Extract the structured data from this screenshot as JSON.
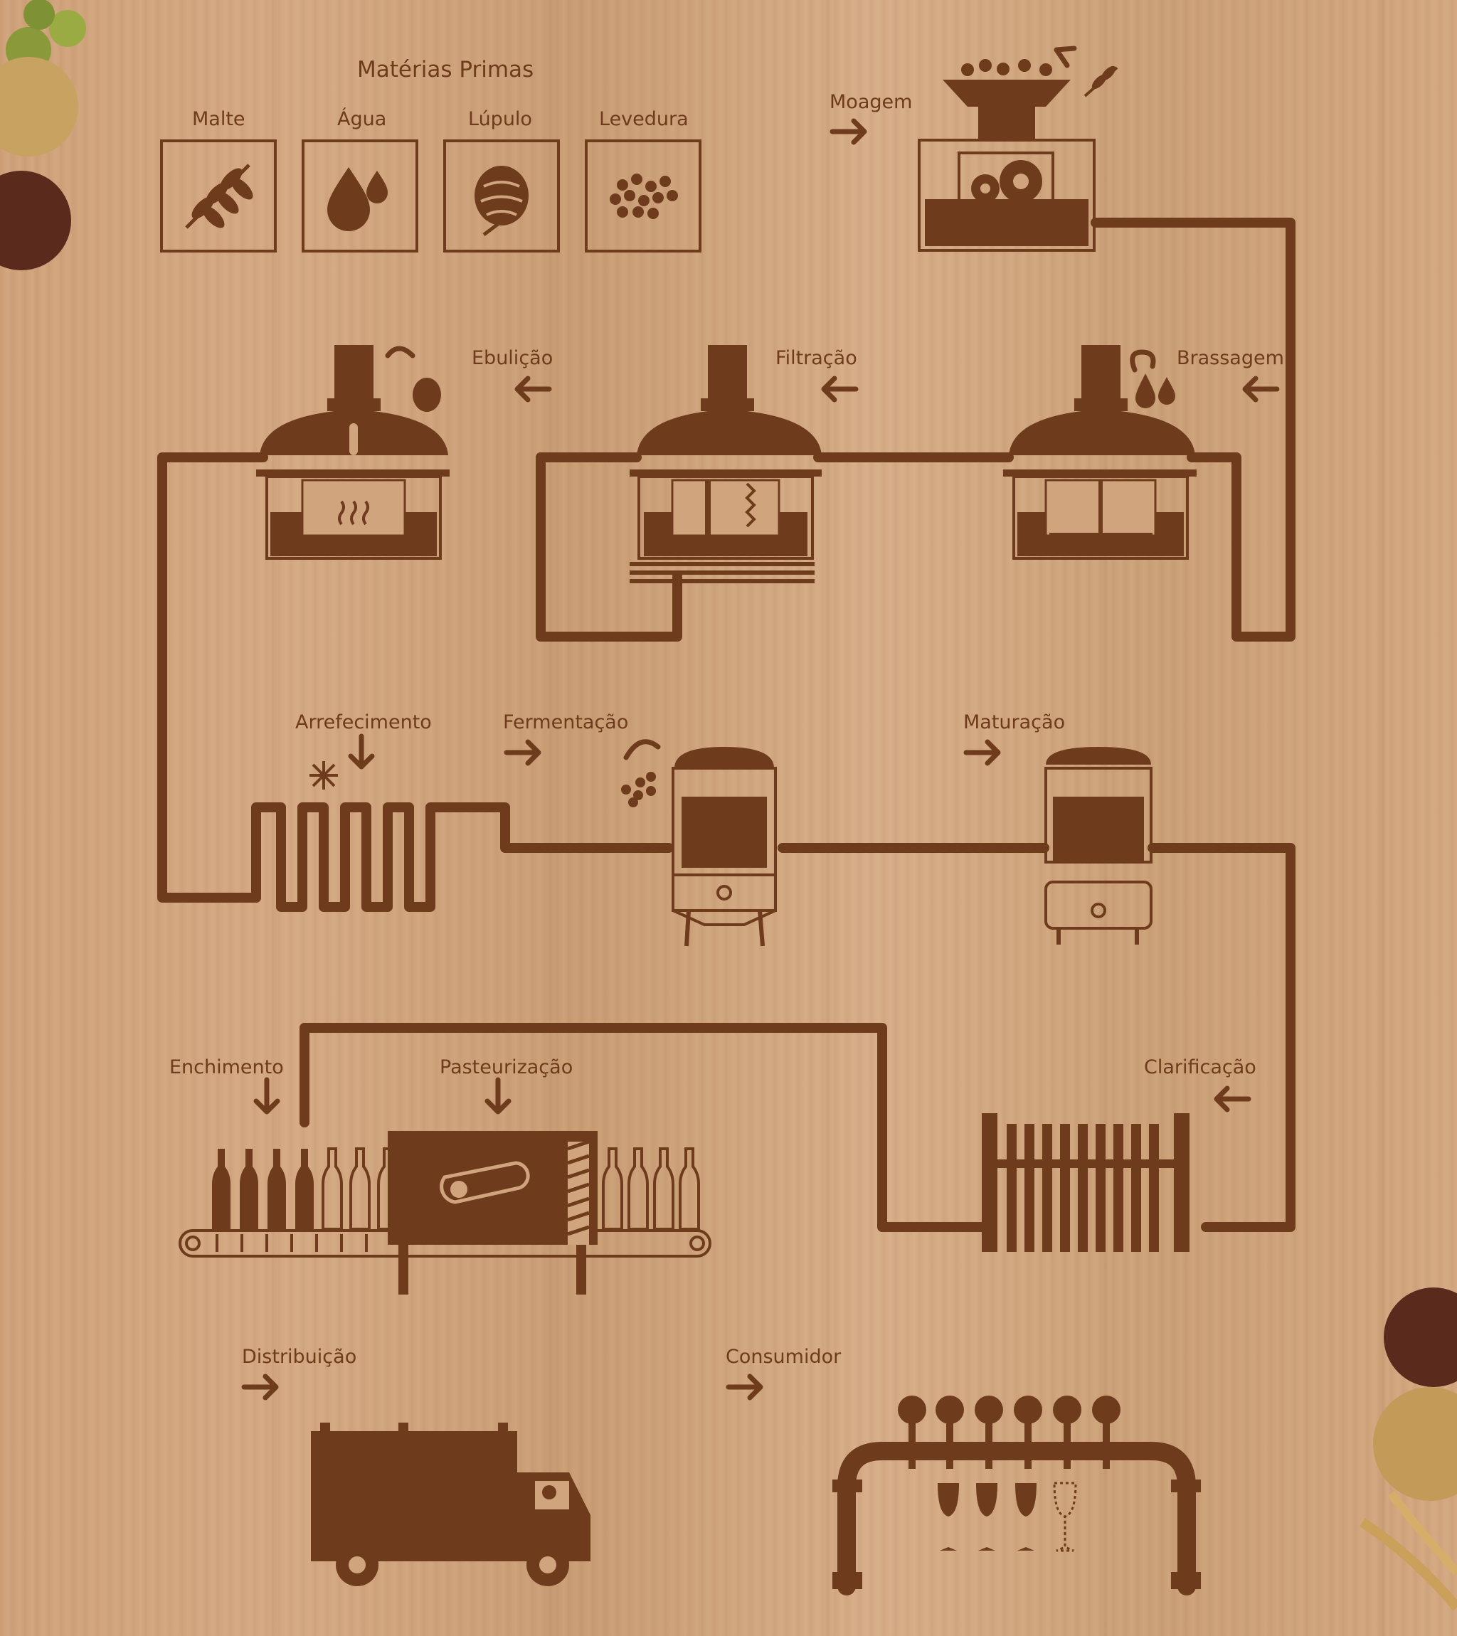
{
  "colors": {
    "ink": "#6e3b1c",
    "wood": "#d0a47c"
  },
  "raw_materials": {
    "title": "Matérias Primas",
    "items": [
      {
        "label": "Malte",
        "icon": "wheat-icon"
      },
      {
        "label": "Água",
        "icon": "water-drops-icon"
      },
      {
        "label": "Lúpulo",
        "icon": "hop-icon"
      },
      {
        "label": "Levedura",
        "icon": "yeast-icon"
      }
    ]
  },
  "steps": {
    "moagem": "Moagem",
    "brassagem": "Brassagem",
    "filtracao": "Filtração",
    "ebulicao": "Ebulição",
    "arrefecimento": "Arrefecimento",
    "fermentacao": "Fermentação",
    "maturacao": "Maturação",
    "clarificacao": "Clarificação",
    "pasteurizacao": "Pasteurização",
    "enchimento": "Enchimento",
    "distribuicao": "Distribuição",
    "consumidor": "Consumidor"
  }
}
